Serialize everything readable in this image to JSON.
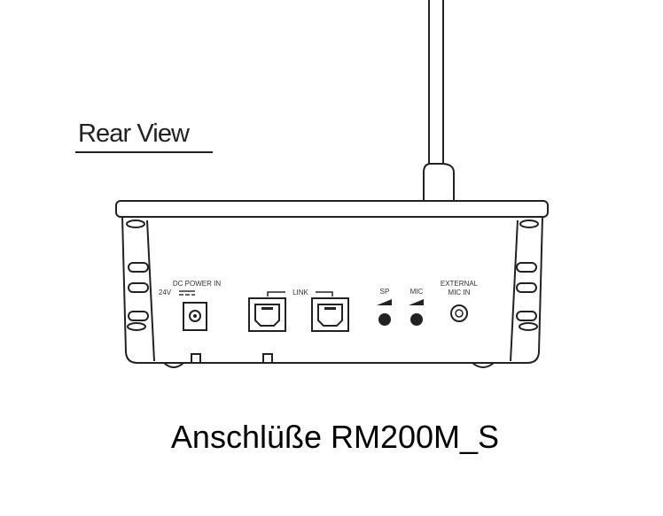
{
  "heading": "Rear View",
  "caption": "Anschlüße RM200M_S",
  "ports": {
    "dc_power": "DC POWER IN",
    "voltage": "24V",
    "link": "LINK",
    "sp": "SP",
    "mic": "MIC",
    "external_line1": "EXTERNAL",
    "external_line2": "MIC IN"
  }
}
